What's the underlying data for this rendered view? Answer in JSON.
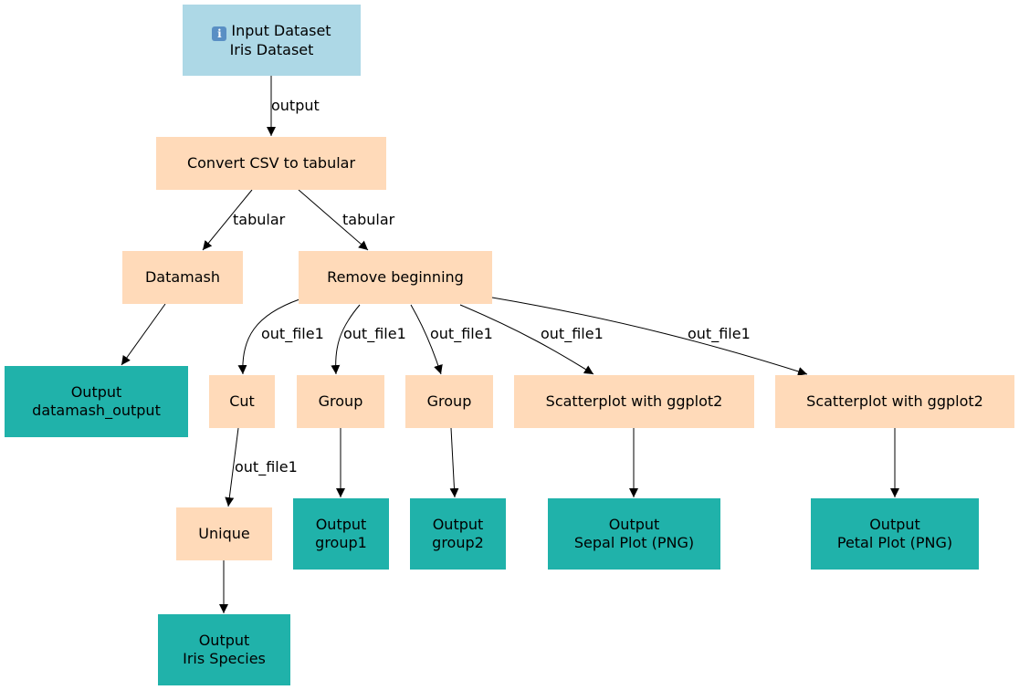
{
  "input": {
    "icon": "info-icon",
    "icon_glyph": "i",
    "title": "Input Dataset",
    "name": "Iris Dataset"
  },
  "steps": {
    "convert": "Convert CSV to tabular",
    "datamash": "Datamash",
    "remove_beginning": "Remove beginning",
    "cut": "Cut",
    "group1": "Group",
    "group2": "Group",
    "scatter_sepal": "Scatterplot with ggplot2",
    "scatter_petal": "Scatterplot with ggplot2",
    "unique": "Unique"
  },
  "outputs": {
    "datamash": {
      "title": "Output",
      "name": "datamash_output"
    },
    "group1": {
      "title": "Output",
      "name": "group1"
    },
    "group2": {
      "title": "Output",
      "name": "group2"
    },
    "sepal": {
      "title": "Output",
      "name": "Sepal Plot (PNG)"
    },
    "petal": {
      "title": "Output",
      "name": "Petal Plot (PNG)"
    },
    "species": {
      "title": "Output",
      "name": "Iris Species"
    }
  },
  "edges": {
    "input_to_convert": "output",
    "convert_to_datamash": "tabular",
    "convert_to_remove": "tabular",
    "remove_to_cut": "out_file1",
    "remove_to_group1": "out_file1",
    "remove_to_group2": "out_file1",
    "remove_to_sepal": "out_file1",
    "remove_to_petal": "out_file1",
    "cut_to_unique": "out_file1"
  },
  "colors": {
    "input": "#add8e6",
    "step": "#ffdab9",
    "output": "#20b2aa",
    "edge": "#000000"
  }
}
